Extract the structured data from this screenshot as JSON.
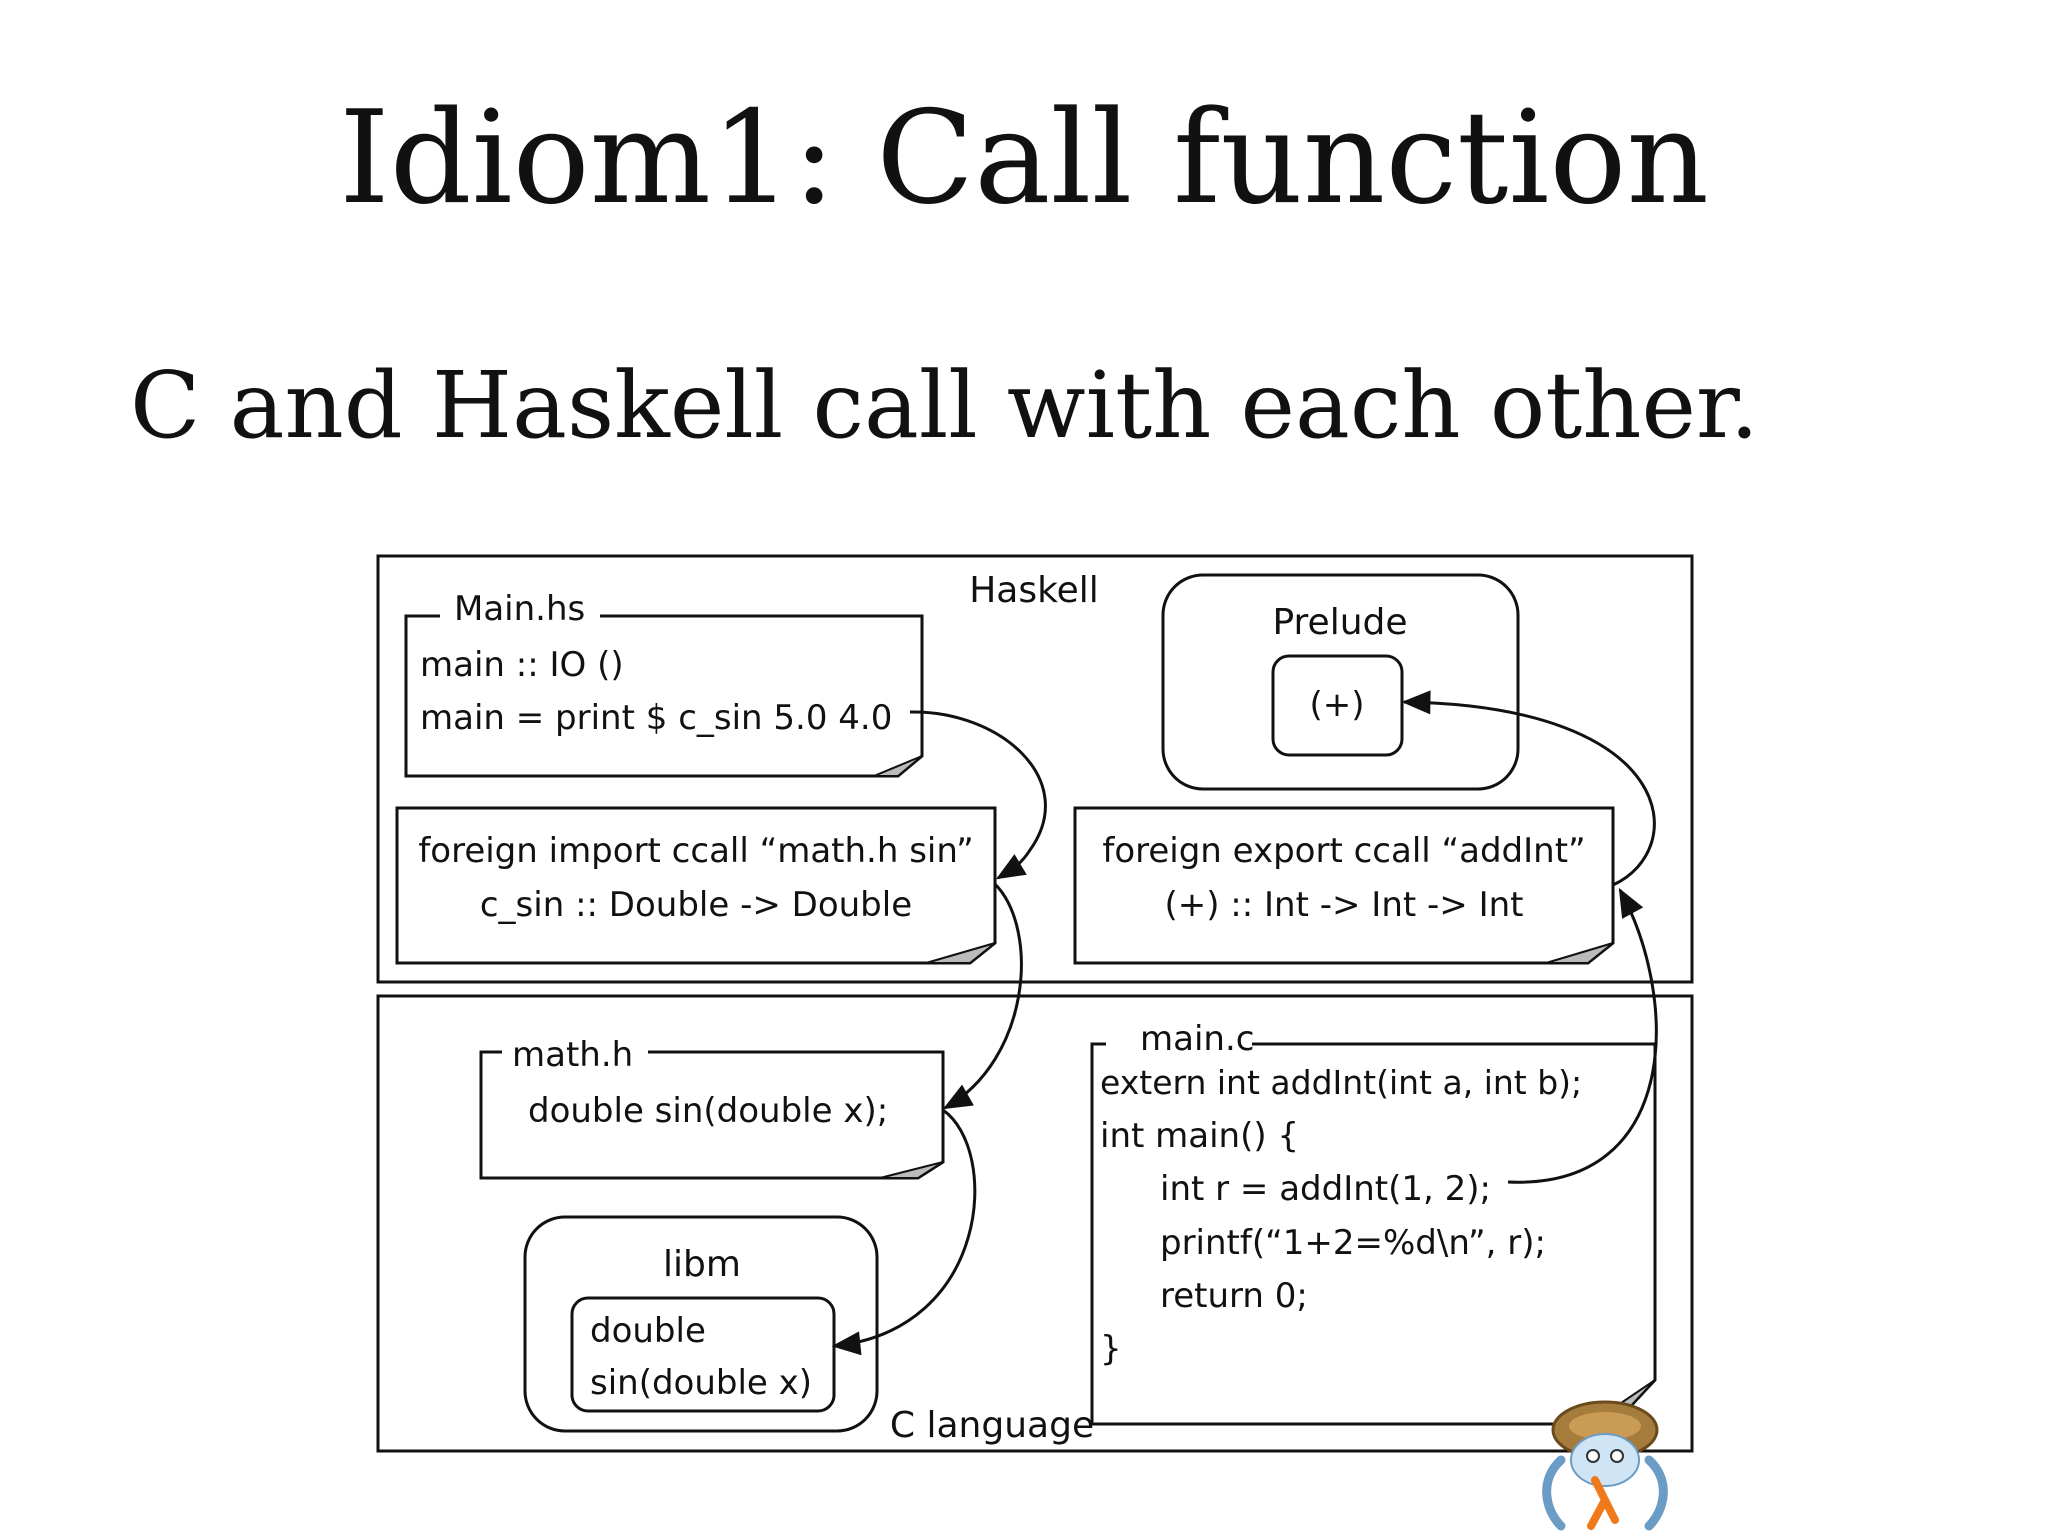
{
  "slide": {
    "title": "Idiom1: Call function",
    "bullet": "C and Haskell call with each other."
  },
  "diagram": {
    "haskell_label": "Haskell",
    "c_label": "C language",
    "main_hs": {
      "title": "Main.hs",
      "line1": "main :: IO ()",
      "line2": "main = print $ c_sin 5.0 4.0"
    },
    "prelude": {
      "title": "Prelude",
      "op": "(+)"
    },
    "foreign_import": {
      "line1": "foreign import ccall “math.h sin”",
      "line2": "c_sin :: Double -> Double"
    },
    "foreign_export": {
      "line1": "foreign export ccall “addInt”",
      "line2": "(+) :: Int -> Int -> Int"
    },
    "math_h": {
      "title": "math.h",
      "line1": "double sin(double x);"
    },
    "libm": {
      "title": "libm",
      "line1": "double",
      "line2": "sin(double x)"
    },
    "main_c": {
      "title": "main.c",
      "line1": "extern int addInt(int a, int b);",
      "line2": "int main() {",
      "line3": "int r = addInt(1, 2);",
      "line4": "printf(“1+2=%d\\n”, r);",
      "line5": "return 0;",
      "line6": "}"
    }
  },
  "mascot_icon": "haskell-mascot-icon"
}
